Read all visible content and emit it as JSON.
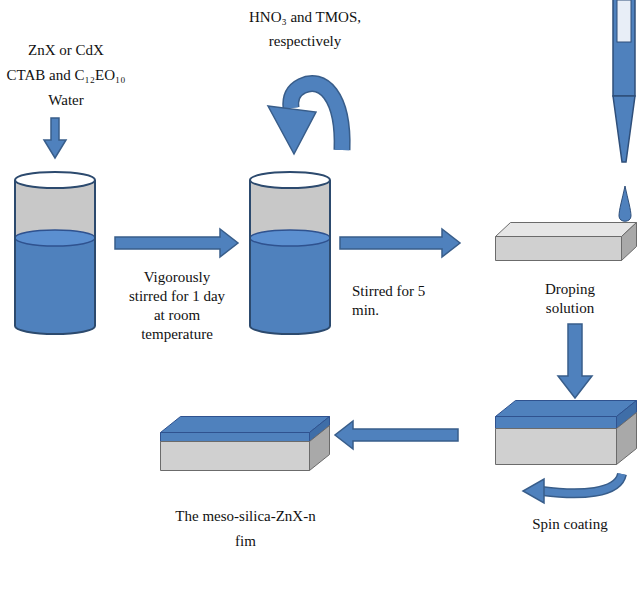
{
  "diagram": {
    "nodes": [
      {
        "text": [
          "ZnX or CdX",
          "CTAB and C₁₂EO₁₀",
          "Water"
        ]
      },
      {
        "text": [
          "HNO₃ and TMOS, respectively"
        ]
      },
      {
        "text": [
          "Droping solution"
        ]
      },
      {
        "text": [
          "Spin coating"
        ]
      },
      {
        "text": [
          "The meso-silica-ZnX-n fim"
        ]
      }
    ],
    "edges": [
      {
        "from": 0,
        "to": 1,
        "label": "Vigorously stirred for 1 day at room temperature",
        "arrow": "to"
      },
      {
        "from": 1,
        "to": 2,
        "label": "Stirred for 5 min.",
        "arrow": "to"
      },
      {
        "from": 2,
        "to": 3,
        "arrow": "to"
      },
      {
        "from": 3,
        "to": 4,
        "arrow": "to"
      }
    ]
  }
}
